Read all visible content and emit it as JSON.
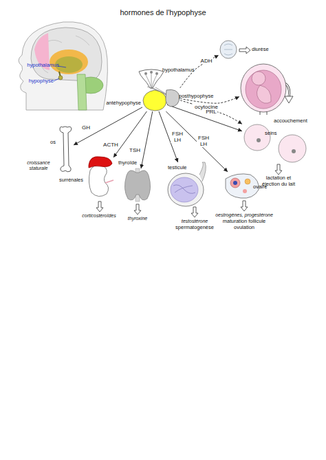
{
  "diagram": {
    "title": "hormones de l'hypophyse",
    "nodes": [
      {
        "text": [
          "hypothalamus"
        ]
      },
      {
        "text": [
          "antéhypophyse"
        ]
      },
      {
        "text": [
          "posthypophyse"
        ]
      },
      {
        "text": [
          "diurèse"
        ]
      },
      {
        "text": [
          "accouchement"
        ]
      },
      {
        "text": [
          "os",
          "croissance staturale"
        ]
      },
      {
        "text": [
          "surrénales",
          "corticostéroïdes"
        ]
      },
      {
        "text": [
          "thyroïde",
          "thyroxine"
        ]
      },
      {
        "text": [
          "testicule",
          "testostérone",
          "spermatogenèse"
        ]
      },
      {
        "text": [
          "ovaire",
          "oestrogènes, progestérone",
          "maturation follicule ovulation"
        ]
      },
      {
        "text": [
          "seins",
          "lactation et éjection du lait"
        ]
      }
    ],
    "edges": [
      {
        "from": 2,
        "to": 3,
        "label": "ADH",
        "arrow": "to"
      },
      {
        "from": 2,
        "to": 4,
        "label": "ocytocine",
        "arrow": "to"
      },
      {
        "from": 2,
        "to": 10,
        "arrow": "to"
      },
      {
        "from": 1,
        "to": 5,
        "label": "GH",
        "arrow": "to"
      },
      {
        "from": 1,
        "to": 6,
        "label": "ACTH",
        "arrow": "to"
      },
      {
        "from": 1,
        "to": 7,
        "label": "TSH",
        "arrow": "to"
      },
      {
        "from": 1,
        "to": 8,
        "label": "FSH LH",
        "arrow": "to"
      },
      {
        "from": 1,
        "to": 9,
        "label": "FSH LH",
        "arrow": "to"
      },
      {
        "from": 1,
        "to": 10,
        "label": "PRL",
        "arrow": "to"
      }
    ],
    "labels": [
      "hypothalamus",
      "hypophyse"
    ]
  }
}
